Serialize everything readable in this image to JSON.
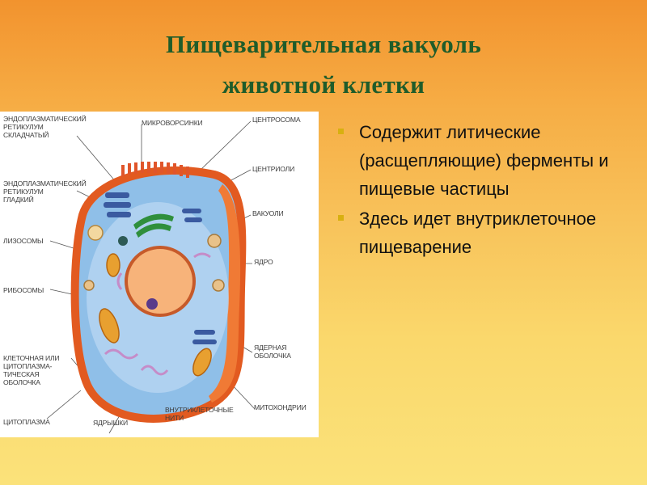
{
  "slide": {
    "title_line1": "Пищеварительная вакуоль",
    "title_line2": "животной клетки",
    "bullets": [
      "Содержит литические (расщепляющие) ферменты и пищевые частицы",
      "Здесь идет внутриклеточное пищеварение"
    ],
    "colors": {
      "title": "#1f5c2a",
      "bullet_marker": "#d8b010",
      "background_top": "#f2932e",
      "background_bottom": "#fbe27a"
    }
  },
  "figure": {
    "labels": {
      "er_rough": "Эндоплазматический\nретикулум\nскладчатый",
      "er_smooth": "Эндоплазматический\nретикулум\nгладкий",
      "lysosomes": "Лизосомы",
      "ribosomes": "Рибосомы",
      "membrane": "Клеточная или\nцитоплазма-\nтическая\nоболочка",
      "cytoplasm": "Цитоплазма",
      "nucleoli": "Ядрышки",
      "filaments": "Внутриклеточные\nнити",
      "microvilli": "Микроворсинки",
      "centrosome": "Центросома",
      "centrioles": "Центриоли",
      "vacuoles": "Вакуоли",
      "nucleus": "Ядро",
      "nuclear_envelope": "Ядерная\nоболочка",
      "mitochondria": "Митохондрии"
    }
  }
}
